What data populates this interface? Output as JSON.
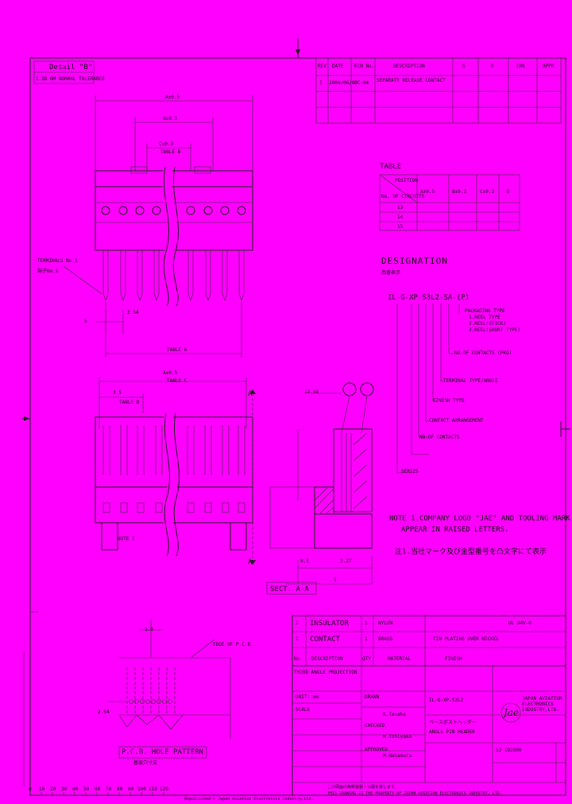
{
  "background": "#ff00ff",
  "ink": "#1a1a1a",
  "header": {
    "top_left": [
      "Detail \"B\"",
      "1.5D NM NORMAL TOLERANCE"
    ],
    "revision_table": {
      "headers": [
        "REV",
        "DATE",
        "ECN No.",
        "DESCRIPTION",
        "S",
        "D",
        "CHK",
        "APPR"
      ],
      "rows": [
        [
          "1",
          "2004/06/03",
          "EC-04",
          "SEPARATE RELEASE CONTACT",
          "",
          "",
          "",
          ""
        ]
      ]
    }
  },
  "front_view": {
    "dim_a": "A±0.5",
    "dim_b": "B±0.3",
    "dim_c": "C±0.3",
    "dim_table_b": "TABLE B",
    "terminal_label": "TERMINALS No.1",
    "terminal_label_jp": "端子No.1",
    "dim_5": "5",
    "dim_2_54": "2.54",
    "dim_table_a": "TABLE A"
  },
  "table": {
    "title": "TABLE",
    "headers": [
      "POSITION",
      "No. OF CIRCUITS",
      "A±0.5",
      "B±0.3",
      "C±0.3",
      "D"
    ],
    "rows": [
      [
        "13",
        "",
        "",
        "",
        "",
        ""
      ],
      [
        "14",
        "",
        "",
        "",
        "",
        ""
      ],
      [
        "15",
        "",
        "",
        "",
        "",
        ""
      ]
    ]
  },
  "designation": {
    "title": "DESIGNATION",
    "title_jp": "品番表示",
    "code": "IL-G-XP-S3L2-SA-(P)",
    "items": [
      "PACKAGING TYPE",
      "1.REEL TYPE",
      "2.REEL(STICK)",
      "3.REEL(SHORT TYPE)",
      "NO.OF CONTACTS (PKG)",
      "TERMINAL TYPE/ANGLE",
      "FINISH TYPE",
      "CONTACT ARRANGEMENT",
      "NO.OF CONTACTS",
      "SERIES"
    ]
  },
  "side_view": {
    "dim_a": "A±0.5",
    "dim_table_c": "TABLE C",
    "dim_3_5": "3.5",
    "dim_table_d": "TABLE D",
    "marker_a_top": "A",
    "marker_a_bottom": "A",
    "note": "NOTE 1",
    "section": "SECT. A-A",
    "dim_9_5": "9.5",
    "dim_3_27": "3.27",
    "dim_5": "5",
    "dim_12_54": "12.54"
  },
  "notes": {
    "line1": "NOTE 1.COMPANY LOGO \"JAE\" AND TOOLING MARK",
    "line2": "APPEAR IN RAISED LETTERS.",
    "line_jp": "注1.当社マーク及び金型番号を凸文字にて表示"
  },
  "pcb": {
    "title": "P.C.B. HOLE PATTERN",
    "title_jp": "基板穴寸法",
    "dim_hole": "1.0",
    "dim_pitch": "2.54",
    "edge_note": "EDGE OF P.C.B."
  },
  "title_block": {
    "materials": [
      [
        "2",
        "INSULATOR",
        "1",
        "NYLON",
        "UL 94V-0"
      ],
      [
        "1",
        "CONTACT",
        "1",
        "BRASS",
        "TIN PLATING OVER NICKEL"
      ]
    ],
    "material_headers": [
      "No.",
      "DESCRIPTION",
      "QTY",
      "MATERIAL",
      "FINISH"
    ],
    "projection": "THIRD ANGLE PROJECTION",
    "units": "UNIT: mm",
    "scale": "SCALE",
    "product": "IL-G-XP-S3L2",
    "product_jp": "ベースポストヘッダー",
    "product_name": "ANGLE PIN HEADER",
    "company": "JAPAN AVIATION ELECTRONICS INDUSTRY,LTD.",
    "drawing_no": "SJ 102800",
    "roles": [
      "DRAWN",
      "CHECKED",
      "APPROVED"
    ],
    "names": [
      "K.Tanaka",
      "H.Ishiyama",
      "M.Nakamura"
    ],
    "footer": "Unpublished © Japan Aviation Electronics Industry,Ltd.",
    "footer_jp1": "この図面の無断複製・公開を禁じます。",
    "footer_jp2": "THIS DRAWING IS THE PROPERTY OF JAPAN AVIATION ELECTRONICS INDUSTRY, LTD."
  },
  "scale_bar": [
    "0",
    "10",
    "20",
    "30",
    "40",
    "50",
    "60",
    "70",
    "80",
    "90",
    "100",
    "110",
    "120"
  ]
}
